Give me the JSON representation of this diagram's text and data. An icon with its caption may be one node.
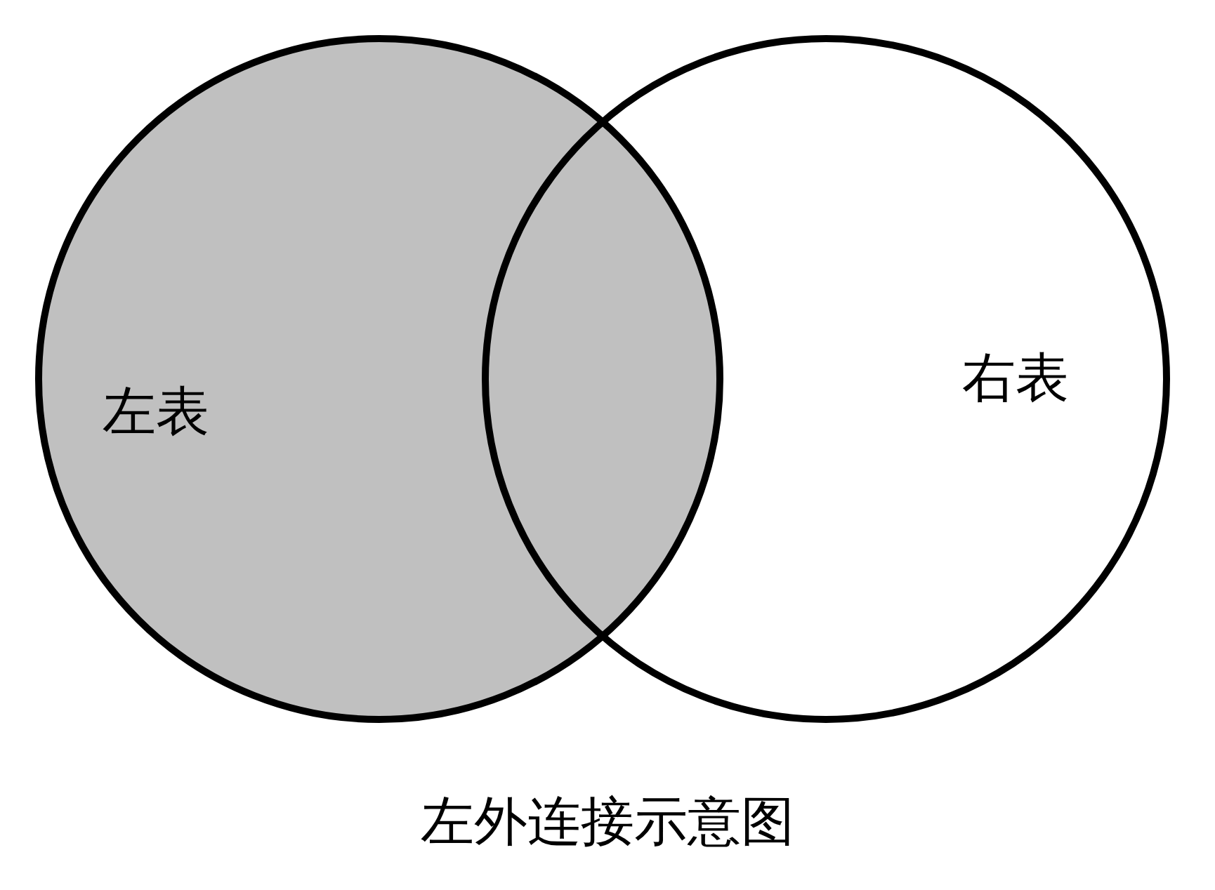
{
  "diagram": {
    "caption": "左外连接示意图",
    "nodes": [
      {
        "text": [
          "左表"
        ]
      },
      {
        "text": [
          "右表"
        ]
      }
    ]
  }
}
